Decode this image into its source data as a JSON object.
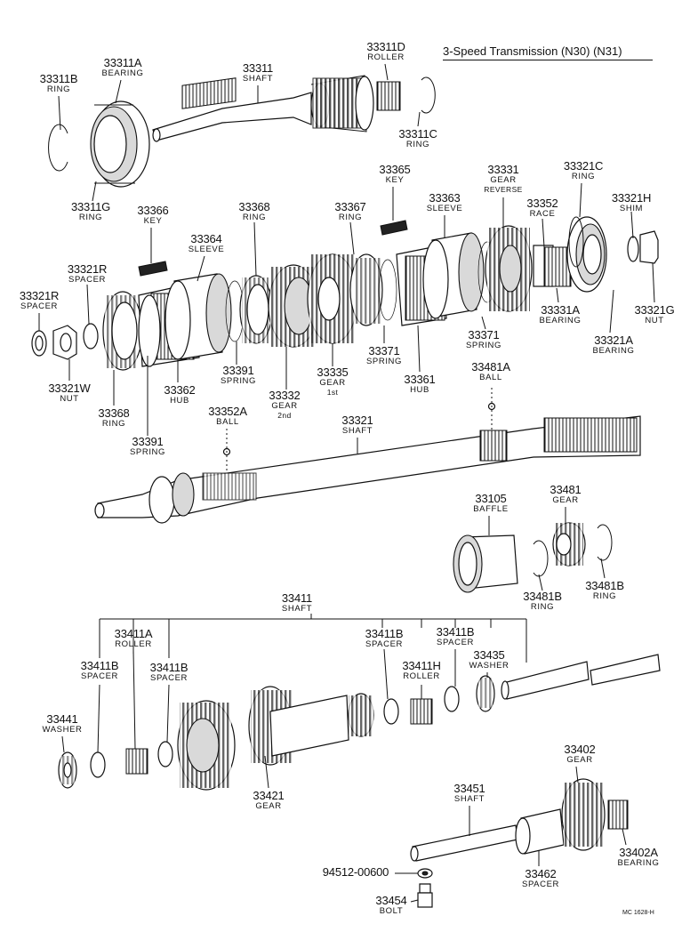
{
  "title": "3-Speed Transmission (N30) (N31)",
  "drawing_code": "MC 1628-H",
  "labels": {
    "l33311B": {
      "pn": "33311B",
      "nm": "RING"
    },
    "l33311A": {
      "pn": "33311A",
      "nm": "BEARING"
    },
    "l33311": {
      "pn": "33311",
      "nm": "SHAFT"
    },
    "l33311D": {
      "pn": "33311D",
      "nm": "ROLLER"
    },
    "l33311C": {
      "pn": "33311C",
      "nm": "RING"
    },
    "l33311G": {
      "pn": "33311G",
      "nm": "RING"
    },
    "l33365": {
      "pn": "33365",
      "nm": "KEY"
    },
    "l33331": {
      "pn": "33331",
      "nm": "GEAR",
      "nm2": "REVERSE"
    },
    "l33321C": {
      "pn": "33321C",
      "nm": "RING"
    },
    "l33321H": {
      "pn": "33321H",
      "nm": "SHIM"
    },
    "l33366": {
      "pn": "33366",
      "nm": "KEY"
    },
    "l33368a": {
      "pn": "33368",
      "nm": "RING"
    },
    "l33367": {
      "pn": "33367",
      "nm": "RING"
    },
    "l33363": {
      "pn": "33363",
      "nm": "SLEEVE"
    },
    "l33352": {
      "pn": "33352",
      "nm": "RACE"
    },
    "l33364": {
      "pn": "33364",
      "nm": "SLEEVE"
    },
    "l33321R_a": {
      "pn": "33321R",
      "nm": "SPACER"
    },
    "l33321R_b": {
      "pn": "33321R",
      "nm": "SPACER"
    },
    "l33331A": {
      "pn": "33331A",
      "nm": "BEARING"
    },
    "l33321G": {
      "pn": "33321G",
      "nm": "NUT"
    },
    "l33371": {
      "pn": "33371",
      "nm": "SPRING"
    },
    "l33371b": {
      "pn": "33371",
      "nm": "SPRING"
    },
    "l33321A": {
      "pn": "33321A",
      "nm": "BEARING"
    },
    "l33391a": {
      "pn": "33391",
      "nm": "SPRING"
    },
    "l33335": {
      "pn": "33335",
      "nm": "GEAR",
      "nm2": "1st"
    },
    "l33361": {
      "pn": "33361",
      "nm": "HUB"
    },
    "l33321W": {
      "pn": "33321W",
      "nm": "NUT"
    },
    "l33362": {
      "pn": "33362",
      "nm": "HUB"
    },
    "l33332": {
      "pn": "33332",
      "nm": "GEAR",
      "nm2": "2nd"
    },
    "l33481A": {
      "pn": "33481A",
      "nm": "BALL"
    },
    "l33368b": {
      "pn": "33368",
      "nm": "RING"
    },
    "l33352A": {
      "pn": "33352A",
      "nm": "BALL"
    },
    "l33321": {
      "pn": "33321",
      "nm": "SHAFT"
    },
    "l33391b": {
      "pn": "33391",
      "nm": "SPRING"
    },
    "l33105": {
      "pn": "33105",
      "nm": "BAFFLE"
    },
    "l33481": {
      "pn": "33481",
      "nm": "GEAR"
    },
    "l33481B_a": {
      "pn": "33481B",
      "nm": "RING"
    },
    "l33481B_b": {
      "pn": "33481B",
      "nm": "RING"
    },
    "l33411": {
      "pn": "33411",
      "nm": "SHAFT"
    },
    "l33411A": {
      "pn": "33411A",
      "nm": "ROLLER"
    },
    "l33411B_a": {
      "pn": "33411B",
      "nm": "SPACER"
    },
    "l33411B_b": {
      "pn": "33411B",
      "nm": "SPACER"
    },
    "l33411B_c": {
      "pn": "33411B",
      "nm": "SPACER"
    },
    "l33411B_d": {
      "pn": "33411B",
      "nm": "SPACER"
    },
    "l33411H": {
      "pn": "33411H",
      "nm": "ROLLER"
    },
    "l33435": {
      "pn": "33435",
      "nm": "WASHER"
    },
    "l33441": {
      "pn": "33441",
      "nm": "WASHER"
    },
    "l33421": {
      "pn": "33421",
      "nm": "GEAR"
    },
    "l33402": {
      "pn": "33402",
      "nm": "GEAR"
    },
    "l33451": {
      "pn": "33451",
      "nm": "SHAFT"
    },
    "l94512": {
      "pn": "94512-00600"
    },
    "l33402A": {
      "pn": "33402A",
      "nm": "BEARING"
    },
    "l33462": {
      "pn": "33462",
      "nm": "SPACER"
    },
    "l33454": {
      "pn": "33454",
      "nm": "BOLT"
    }
  }
}
